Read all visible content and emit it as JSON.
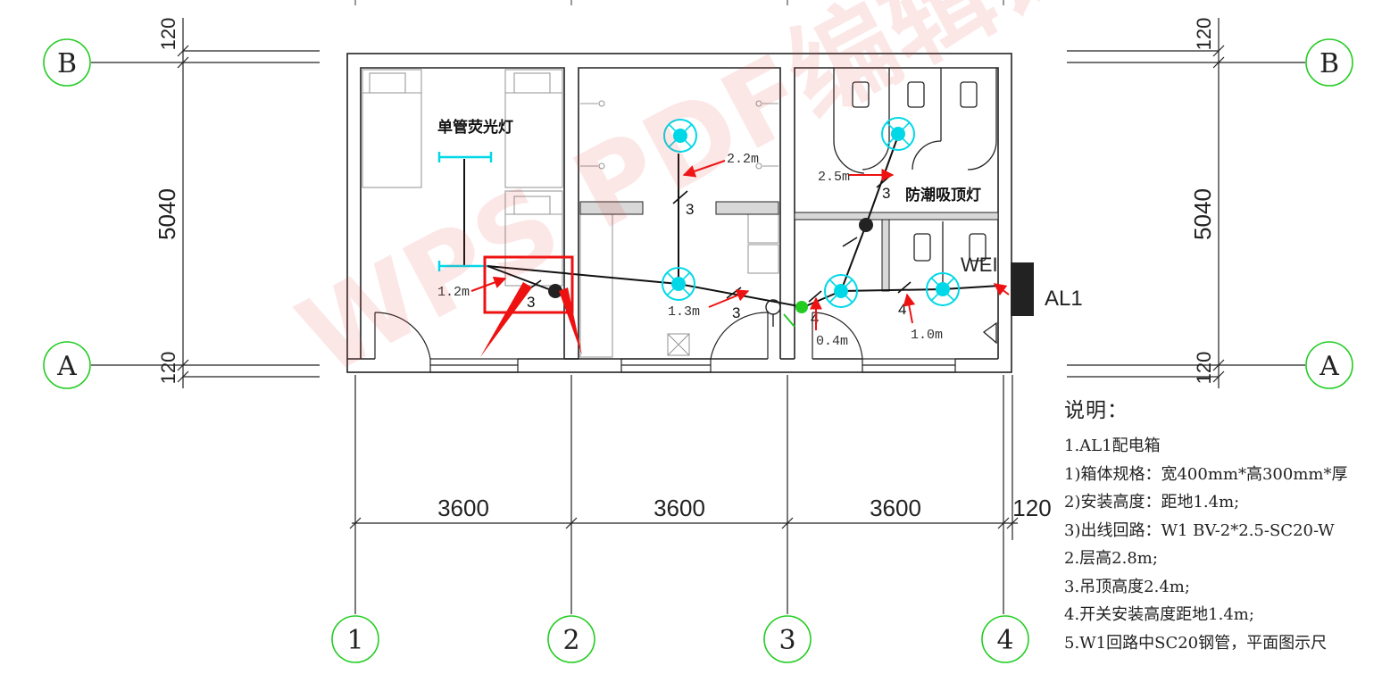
{
  "grid_rows": [
    {
      "label": "B"
    },
    {
      "label": "A"
    }
  ],
  "grid_columns": [
    {
      "label": "1"
    },
    {
      "label": "2"
    },
    {
      "label": "3"
    },
    {
      "label": "4"
    }
  ],
  "dims": {
    "wall_top": "120",
    "room_depth": "5040",
    "wall_bottom": "120",
    "bay1": "3600",
    "bay2": "3600",
    "bay3": "3600",
    "end_wall": "120"
  },
  "labels": {
    "fluorescent": "单管荧光灯",
    "moisture_light": "防潮吸顶灯",
    "panel": "AL1",
    "circuit": "WEI",
    "h_2_2": "2.2m",
    "h_2_5": "2.5m",
    "h_1_2": "1.2m",
    "h_1_3": "1.3m",
    "h_0_4": "0.4m",
    "h_1_0": "1.0m",
    "wires": [
      "3",
      "3",
      "3",
      "3",
      "4",
      "4"
    ]
  },
  "notes": {
    "title": "说明：",
    "lines": [
      "1.AL1配电箱",
      "1)箱体规格：宽400mm*高300mm*厚",
      "2)安装高度：距地1.4m;",
      "3)出线回路：W1 BV-2*2.5-SC20-W",
      "2.层高2.8m;",
      "3.吊顶高度2.4m;",
      "4.开关安装高度距地1.4m;",
      "5.W1回路中SC20钢管，平面图示尺"
    ]
  },
  "watermark": "WPS PDF编辑试用",
  "colors": {
    "grid_bubble": "#22cc22",
    "lamp": "#00d8e8",
    "annotation": "#ee1111",
    "wall": "#222222"
  }
}
